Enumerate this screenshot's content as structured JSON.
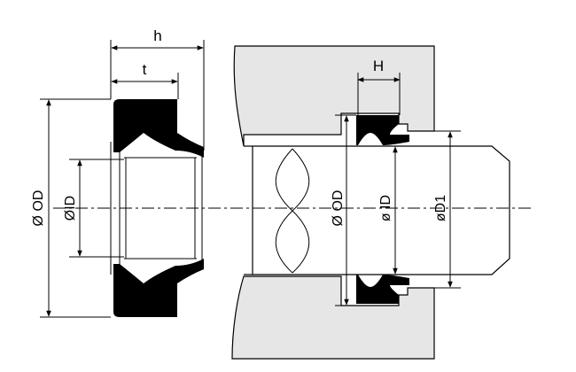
{
  "labels": {
    "h": "h",
    "t": "t",
    "H": "H",
    "od_left": "Ø OD",
    "id_left": "ØID",
    "od_right": "Ø OD",
    "id_right": "ø ID",
    "d1_right": "øD1"
  },
  "colors": {
    "housing_fill": "#e6e6e6",
    "seal_fill": "#000000",
    "line": "#000000"
  }
}
